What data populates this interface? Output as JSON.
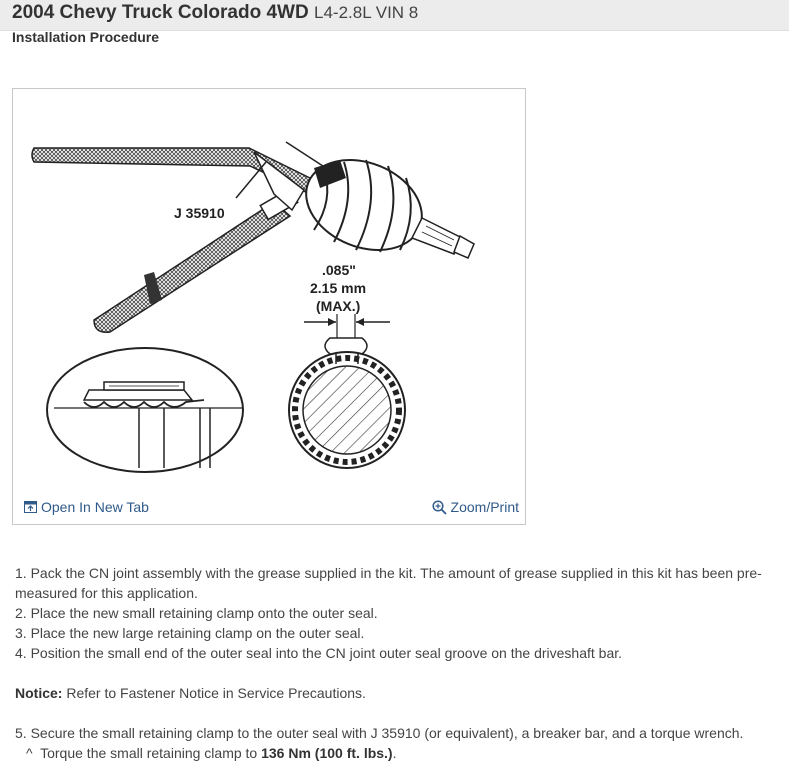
{
  "header": {
    "title": "2004 Chevy Truck Colorado 4WD",
    "subtitle": "L4-2.8L VIN 8"
  },
  "section": {
    "title": "Installation Procedure"
  },
  "figure": {
    "label_tool": "J 35910",
    "label_gap_in": ".085\"",
    "label_gap_mm": "2.15 mm",
    "label_max": "(MAX.)",
    "open_tab": "Open In New Tab",
    "zoom": "Zoom/Print"
  },
  "steps": [
    "1. Pack the CN joint assembly with the grease supplied in the kit. The amount of grease supplied in this kit has been pre-measured for this application.",
    "2. Place the new small retaining clamp onto the outer seal.",
    "3. Place the new large retaining clamp on the outer seal.",
    "4. Position the small end of the outer seal into the CN joint outer seal groove on the driveshaft bar."
  ],
  "notice": {
    "label": "Notice:",
    "text": " Refer to Fastener Notice in Service Precautions."
  },
  "step5": {
    "text": "5. Secure the small retaining clamp to the outer seal with J 35910 (or equivalent), a breaker bar, and a torque wrench.",
    "sub_bullet": "^",
    "sub_prefix": "Torque the small retaining clamp to ",
    "sub_value": "136 Nm (100 ft. lbs.)",
    "sub_suffix": "."
  }
}
